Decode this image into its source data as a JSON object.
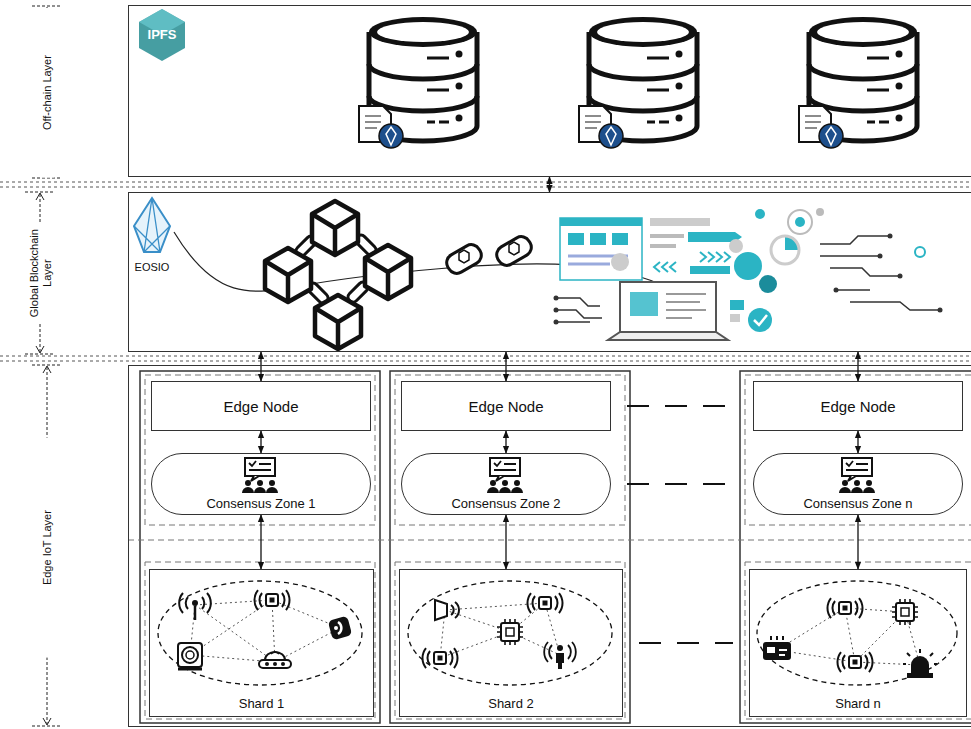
{
  "diagram": {
    "nodes": [
      {
        "text": [
          "Off-chain Layer"
        ]
      },
      {
        "text": [
          "Global Blockchain Layer"
        ]
      },
      {
        "text": [
          "Edge IoT Layer"
        ]
      },
      {
        "text": [
          "Edge Node"
        ],
        "in": 2
      },
      {
        "text": [
          "Consensus Zone 1"
        ],
        "in": 2
      },
      {
        "text": [
          "Shard 1"
        ],
        "in": 2
      },
      {
        "text": [
          "Edge Node"
        ],
        "in": 2
      },
      {
        "text": [
          "Consensus Zone 2"
        ],
        "in": 2
      },
      {
        "text": [
          "Shard 2"
        ],
        "in": 2
      },
      {
        "text": [
          "Edge Node"
        ],
        "in": 2
      },
      {
        "text": [
          "Consensus Zone n"
        ],
        "in": 2
      },
      {
        "text": [
          "Shard n"
        ],
        "in": 2
      }
    ],
    "edges": [
      {
        "from": 0,
        "to": 1,
        "arrow": "both"
      },
      {
        "from": 1,
        "to": 3,
        "arrow": "both"
      },
      {
        "from": 1,
        "to": 6,
        "arrow": "both"
      },
      {
        "from": 1,
        "to": 9,
        "arrow": "both"
      },
      {
        "from": 3,
        "to": 4,
        "arrow": "both"
      },
      {
        "from": 4,
        "to": 5,
        "arrow": "both"
      },
      {
        "from": 6,
        "to": 7,
        "arrow": "both"
      },
      {
        "from": 7,
        "to": 8,
        "arrow": "both"
      },
      {
        "from": 9,
        "to": 10,
        "arrow": "both"
      },
      {
        "from": 10,
        "to": 11,
        "arrow": "both"
      },
      {
        "from": 6,
        "to": 9,
        "arrow": "none"
      },
      {
        "from": 7,
        "to": 10,
        "arrow": "none"
      },
      {
        "from": 8,
        "to": 11,
        "arrow": "none"
      }
    ],
    "labels": [
      "IPFS",
      "EOSIO"
    ]
  }
}
